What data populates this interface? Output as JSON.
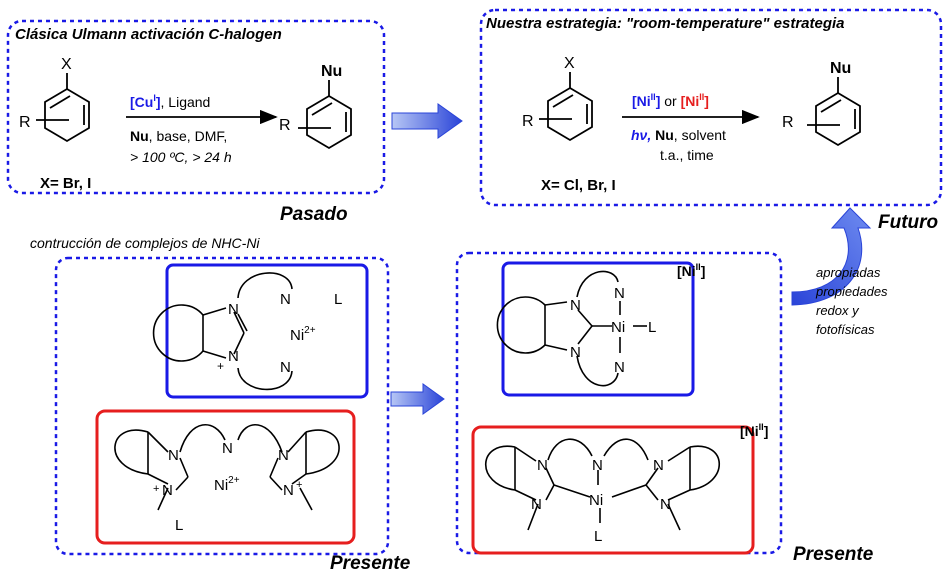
{
  "past": {
    "title": "Clásica Ulmann activación C-halogen",
    "label": "Pasado",
    "reactant_x": "X",
    "reactant_r": "R",
    "product_nu": "Nu",
    "product_r": "R",
    "cat_cu": "[Cu",
    "cat_cu_sup": "I",
    "cat_cu_close": "]",
    "cat_ligand": ", Ligand",
    "cond_nu": "Nu",
    "cond_rest": ", base, DMF,",
    "cond_temp": "> 100 ºC, > 24 h",
    "halogens": "X= Br, I"
  },
  "future": {
    "title": "Nuestra estrategia: \"room-temperature\" estrategia",
    "label": "Futuro",
    "reactant_x": "X",
    "reactant_r": "R",
    "product_nu": "Nu",
    "product_r": "R",
    "cat_ni_a": "[Ni",
    "cat_ni_a_sup": "II",
    "cat_ni_a_close": "]",
    "cat_or": " or ",
    "cat_ni_b": "[Ni",
    "cat_ni_b_sup": "II",
    "cat_ni_b_close": "]",
    "cond_hv": "hν,",
    "cond_nu": " Nu",
    "cond_rest": ", solvent",
    "cond_ta": "t.a., time",
    "halogens": "X= Cl, Br, I"
  },
  "present_left": {
    "caption": "contrucción de complejos de NHC-Ni",
    "label": "Presente",
    "blue": {
      "n1": "N",
      "n2": "N",
      "n_arm_top": "N",
      "n_arm_bottom": "N",
      "l": "L",
      "plus": "+",
      "ni": "Ni",
      "ni_sup": "2+"
    },
    "red": {
      "n_left_top": "N",
      "n_left_bottom": "N",
      "n_bridge": "N",
      "n_right_top": "N",
      "n_right_bottom": "N",
      "plus_left": "+",
      "plus_right": "+",
      "ni": "Ni",
      "ni_sup": "2+",
      "l": "L"
    }
  },
  "present_right": {
    "label": "Presente",
    "blue_tag": "[Ni",
    "blue_tag_sup": "II",
    "blue_tag_close": "]",
    "red_tag": "[Ni",
    "red_tag_sup": "II",
    "red_tag_close": "]",
    "blue": {
      "n1": "N",
      "n2": "N",
      "n_top": "N",
      "n_bottom": "N",
      "ni": "Ni",
      "l": "L"
    },
    "red": {
      "n_left_top": "N",
      "n_left_bottom": "N",
      "n_bridge": "N",
      "n_right_top": "N",
      "n_right_bottom": "N",
      "ni": "Ni",
      "l": "L"
    }
  },
  "curved_note": [
    "apropiadas",
    "propiedades",
    "redox y",
    "fotofísicas"
  ],
  "colors": {
    "blue": "#1a1ae6",
    "red": "#e61e1e",
    "arrow_light": "#8fa8f0",
    "arrow_dark": "#2a44d8"
  }
}
